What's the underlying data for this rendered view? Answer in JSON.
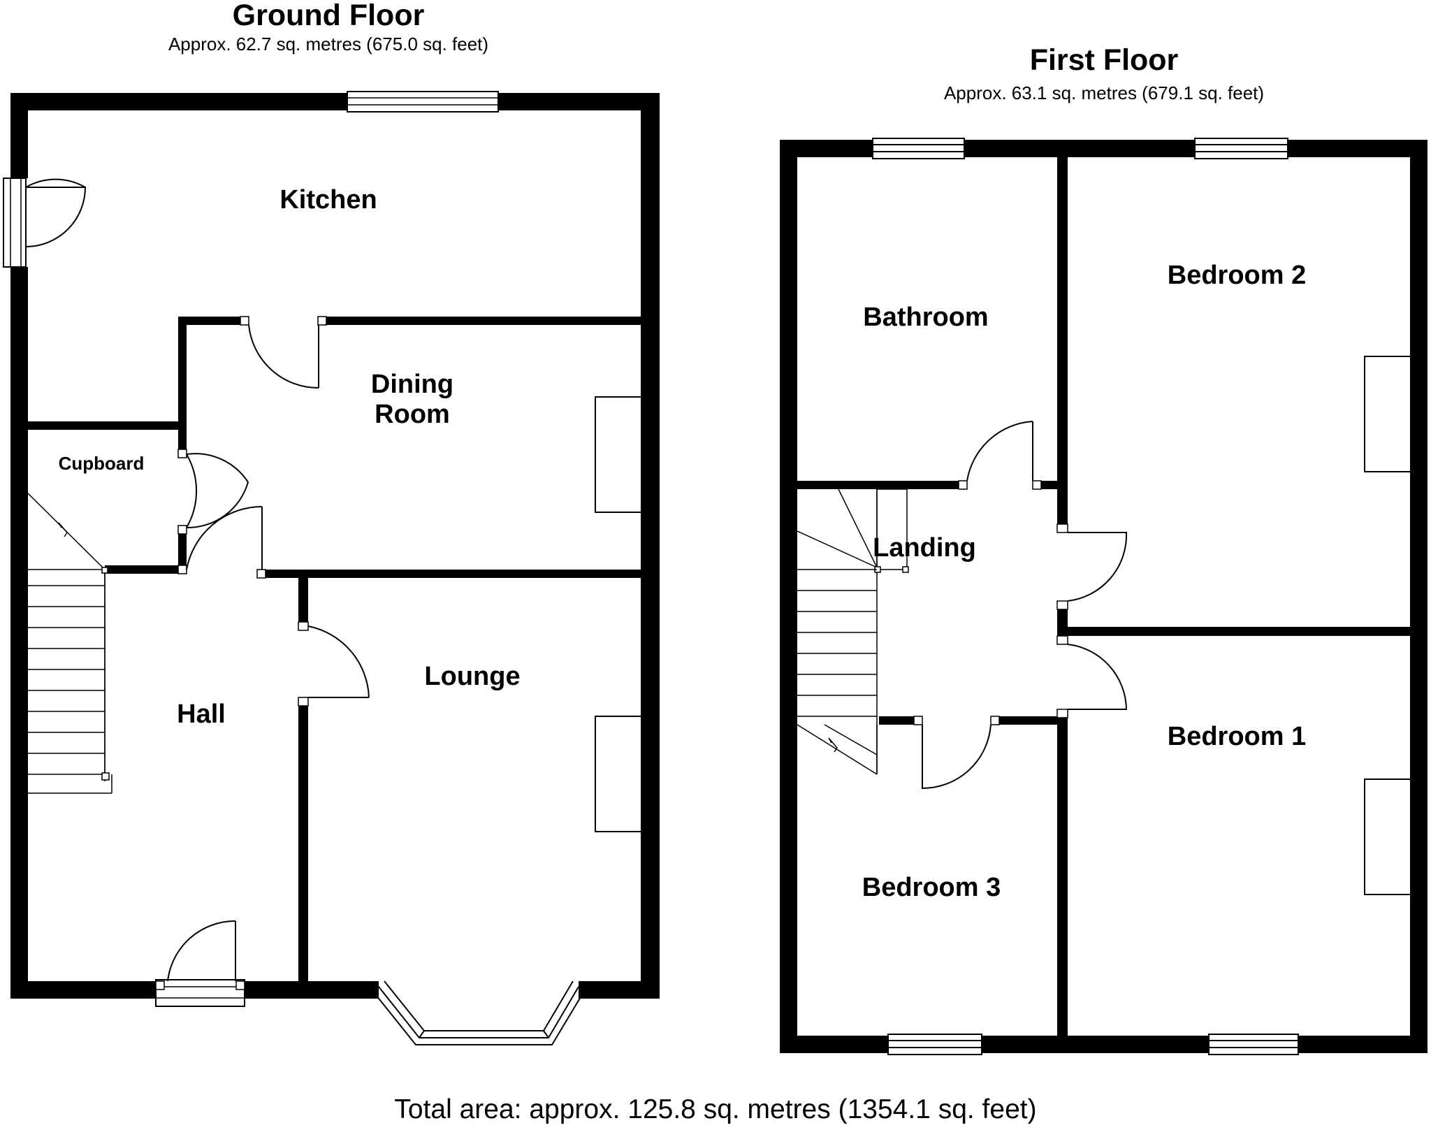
{
  "ground_floor": {
    "title": "Ground Floor",
    "area": "Approx. 62.7 sq. metres (675.0 sq. feet)",
    "rooms": {
      "kitchen": "Kitchen",
      "dining_line1": "Dining",
      "dining_line2": "Room",
      "cupboard": "Cupboard",
      "hall": "Hall",
      "lounge": "Lounge"
    }
  },
  "first_floor": {
    "title": "First Floor",
    "area": "Approx. 63.1 sq. metres (679.1 sq. feet)",
    "rooms": {
      "bathroom": "Bathroom",
      "bedroom2": "Bedroom 2",
      "landing": "Landing",
      "bedroom1": "Bedroom 1",
      "bedroom3": "Bedroom 3"
    }
  },
  "total_area": "Total area: approx. 125.8 sq. metres (1354.1 sq. feet)"
}
